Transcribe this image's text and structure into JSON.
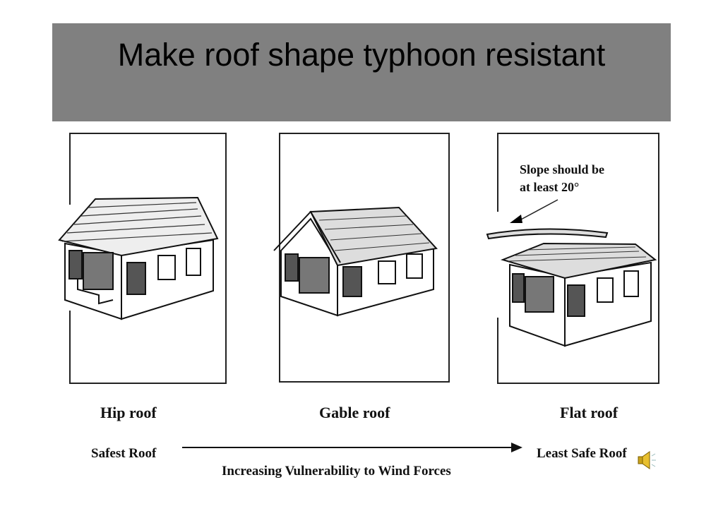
{
  "slide": {
    "title": "Make roof shape typhoon resistant",
    "panels": [
      {
        "label": "Hip roof"
      },
      {
        "label": "Gable roof"
      },
      {
        "label": "Flat roof",
        "annotation_line1": "Slope should be",
        "annotation_line2": "at least 20°"
      }
    ],
    "scale": {
      "left_label": "Safest Roof",
      "right_label": "Least Safe Roof",
      "caption": "Increasing Vulnerability to Wind Forces"
    },
    "icons": [
      "speaker-icon"
    ]
  }
}
